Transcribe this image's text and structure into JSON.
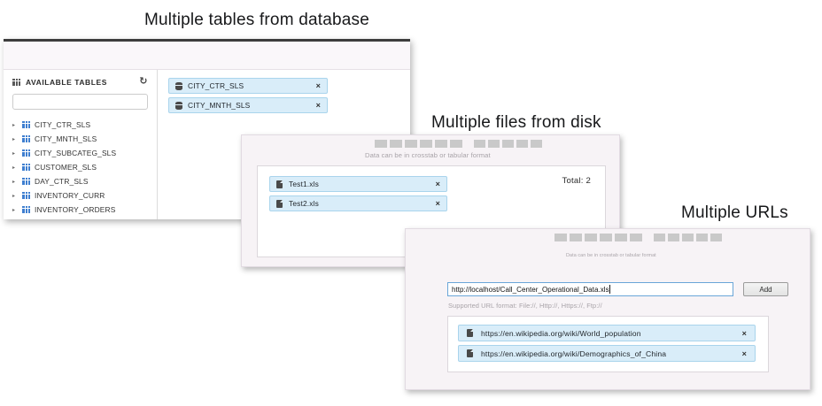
{
  "captions": {
    "database": "Multiple tables from database",
    "files": "Multiple files from disk",
    "urls": "Multiple URLs"
  },
  "database_panel": {
    "sidebar": {
      "title": "AVAILABLE TABLES",
      "refresh_icon": "refresh-icon",
      "header_icon": "grid-icon",
      "search": {
        "value": "",
        "placeholder": "",
        "icon": "search-icon"
      },
      "tables": [
        "CITY_CTR_SLS",
        "CITY_MNTH_SLS",
        "CITY_SUBCATEG_SLS",
        "CUSTOMER_SLS",
        "DAY_CTR_SLS",
        "INVENTORY_CURR",
        "INVENTORY_ORDERS"
      ]
    },
    "selected": [
      {
        "label": "CITY_CTR_SLS",
        "remove": "×",
        "icon": "database-icon"
      },
      {
        "label": "CITY_MNTH_SLS",
        "remove": "×",
        "icon": "database-icon"
      }
    ]
  },
  "files_panel": {
    "redacted_blocks": [
      14,
      14,
      14,
      14,
      14,
      14,
      13,
      13,
      13,
      13,
      13
    ],
    "note": "Data can be in crosstab or tabular format",
    "total_label": "Total: 2",
    "files": [
      {
        "label": "Test1.xls",
        "remove": "×",
        "icon": "file-icon"
      },
      {
        "label": "Test2.xls",
        "remove": "×",
        "icon": "file-icon"
      }
    ]
  },
  "urls_panel": {
    "redacted_blocks": [
      14,
      14,
      14,
      14,
      14,
      14,
      13,
      13,
      13,
      13,
      13
    ],
    "note": "Data can be in crosstab or tabular format",
    "url_input": {
      "value": "http://localhost/Call_Center_Operational_Data.xls",
      "placeholder": "Enter URL"
    },
    "add_label": "Add",
    "hint": "Supported URL format: File://, Http://, Https://, Ftp://",
    "urls": [
      {
        "label": "https://en.wikipedia.org/wiki/World_population",
        "remove": "×",
        "icon": "file-icon"
      },
      {
        "label": "https://en.wikipedia.org/wiki/Demographics_of_China",
        "remove": "×",
        "icon": "file-icon"
      }
    ]
  },
  "colors": {
    "chip_bg": "#d9edf9",
    "chip_border": "#a9d4ec",
    "panel_bg": "#f7f3f6",
    "accent_input_border": "#6aa6d8",
    "table_icon": "#3f7fd0",
    "redact": "#c9c9c9"
  }
}
